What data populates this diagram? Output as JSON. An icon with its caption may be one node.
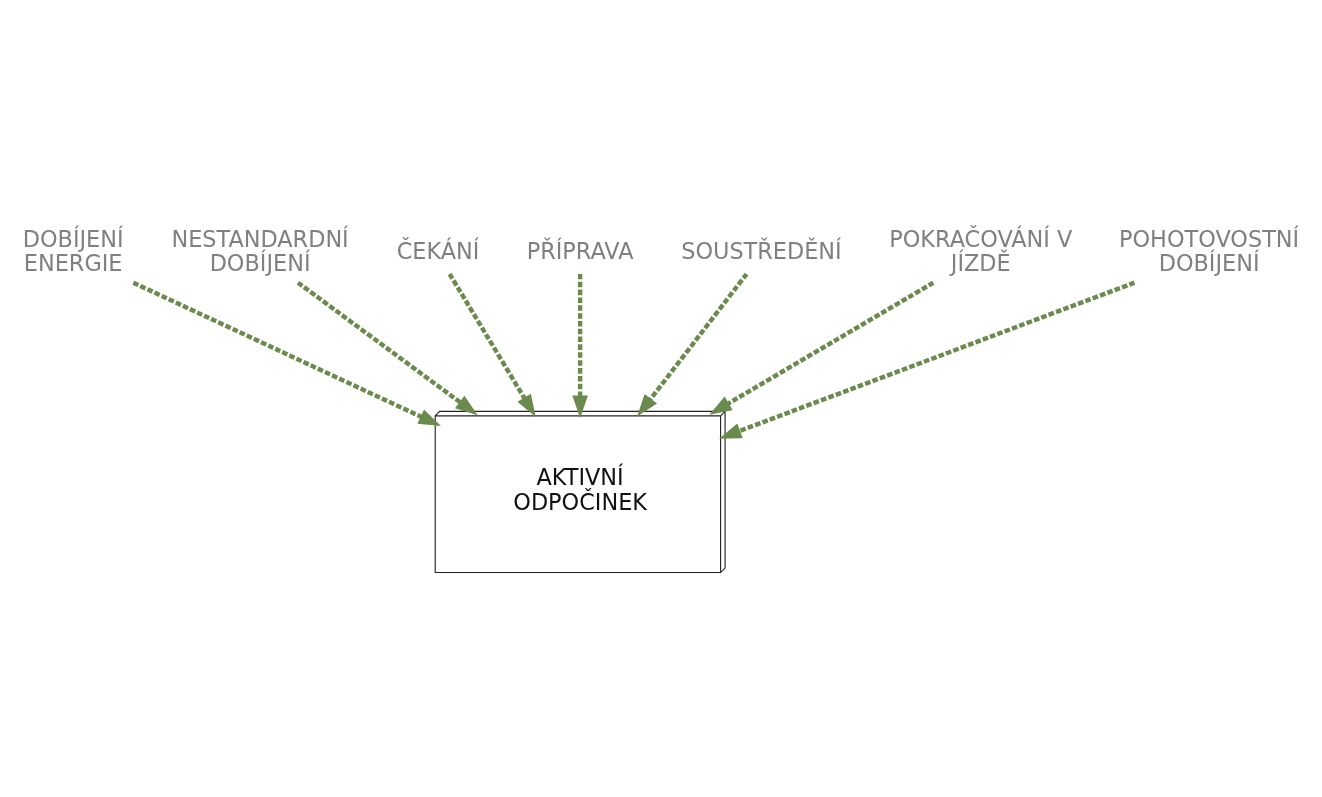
{
  "diagram": {
    "nodes": [
      {
        "text": [
          "DOBÍJENÍ ENERGIE"
        ]
      },
      {
        "text": [
          "NESTANDARDNÍ DOBÍJENÍ"
        ]
      },
      {
        "text": [
          "ČEKÁNÍ"
        ]
      },
      {
        "text": [
          "PŘÍPRAVA"
        ]
      },
      {
        "text": [
          "SOUSTŘEDĚNÍ"
        ]
      },
      {
        "text": [
          "POKRAČOVÁNÍ V JÍZDĚ"
        ]
      },
      {
        "text": [
          "POHOTOVOSTNÍ DOBÍJENÍ"
        ]
      },
      {
        "text": [
          "AKTIVNÍ ODPOČINEK"
        ]
      }
    ],
    "edges": [
      {
        "from": 0,
        "to": 7,
        "arrow": "to",
        "style": "dashed"
      },
      {
        "from": 1,
        "to": 7,
        "arrow": "to",
        "style": "dashed"
      },
      {
        "from": 2,
        "to": 7,
        "arrow": "to",
        "style": "dashed"
      },
      {
        "from": 3,
        "to": 7,
        "arrow": "to",
        "style": "dashed"
      },
      {
        "from": 4,
        "to": 7,
        "arrow": "to",
        "style": "dashed"
      },
      {
        "from": 5,
        "to": 7,
        "arrow": "to",
        "style": "dashed"
      },
      {
        "from": 6,
        "to": 7,
        "arrow": "to",
        "style": "dashed"
      }
    ]
  }
}
